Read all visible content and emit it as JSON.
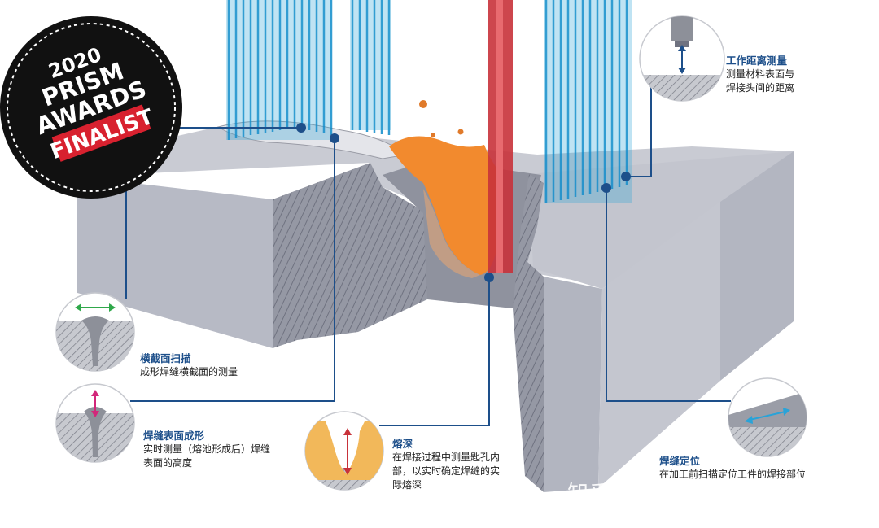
{
  "badge": {
    "year": "2020",
    "line1": "PRISM",
    "line2": "AWARDS",
    "line3": "FINALIST"
  },
  "callouts": {
    "work_distance": {
      "title": "工作距离测量",
      "desc": [
        "测量材料表面与",
        "焊接头间的距离"
      ]
    },
    "cross_section": {
      "title": "横截面扫描",
      "desc": [
        "成形焊缝横截面的测量"
      ]
    },
    "surface_form": {
      "title": "焊缝表面成形",
      "desc": [
        "实时测量（熔池形成后）焊缝",
        "表面的高度"
      ]
    },
    "penetration": {
      "title": "熔深",
      "desc": [
        "在焊接过程中测量匙孔内",
        "部，以实时确定焊缝的实",
        "际熔深"
      ]
    },
    "seam_position": {
      "title": "焊缝定位",
      "desc": [
        "在加工前扫描定位工件的焊接部位"
      ]
    }
  },
  "watermark": "知乎 @刘明星冲压钣金人",
  "colors": {
    "leader": "#1d4f8a",
    "beam": "#29a3d8",
    "laser": "#c8323a",
    "melt": "#f28a2e",
    "metal_top": "#c9cbd3",
    "metal_side": "#a3a6b2",
    "metal_front": "#b9bcc7"
  }
}
